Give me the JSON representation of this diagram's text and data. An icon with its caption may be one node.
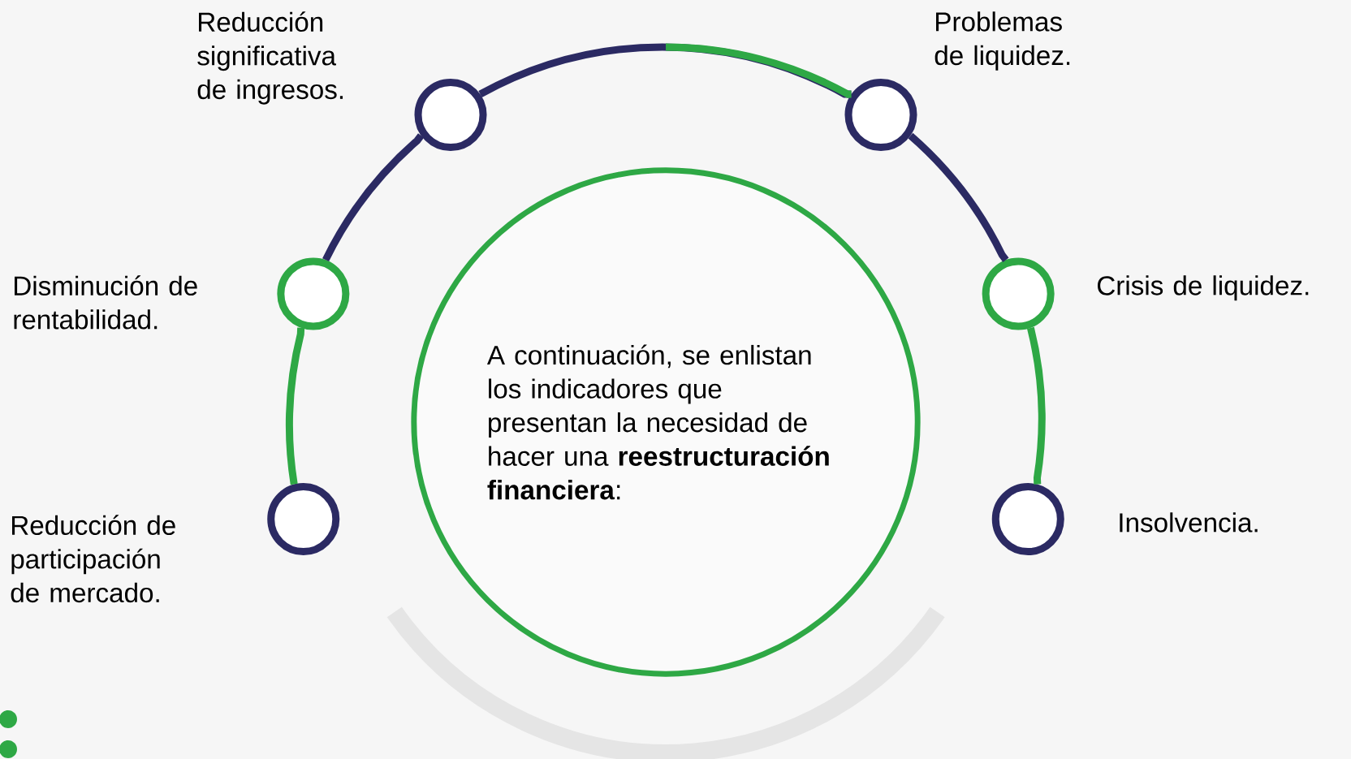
{
  "diagram": {
    "nodes": [
      {
        "text": [
          "A continuación, se enlistan los indicadores que presentan la necesidad de hacer una **reestructuración financiera**:"
        ]
      },
      {
        "text": [],
        "shape": "circle",
        "beside": [
          "Reducción significativa de ingresos."
        ]
      },
      {
        "text": [],
        "shape": "circle",
        "beside": [
          "Problemas de liquidez."
        ]
      },
      {
        "text": [],
        "shape": "circle",
        "beside": [
          "Disminución de rentabilidad."
        ]
      },
      {
        "text": [],
        "shape": "circle",
        "beside": [
          "Crisis de liquidez."
        ]
      },
      {
        "text": [],
        "shape": "circle",
        "beside": [
          "Reducción de participación de mercado."
        ]
      },
      {
        "text": [],
        "shape": "circle",
        "beside": [
          "Insolvencia."
        ]
      }
    ],
    "edges": [
      {
        "from": 5,
        "to": 3,
        "arrow": "none",
        "color": "#2ea845"
      },
      {
        "from": 3,
        "to": 1,
        "arrow": "none"
      },
      {
        "from": 1,
        "to": 2,
        "arrow": "none"
      },
      {
        "from": 2,
        "to": 4,
        "arrow": "none"
      },
      {
        "from": 4,
        "to": 6,
        "arrow": "none",
        "color": "#2ea845"
      }
    ]
  }
}
